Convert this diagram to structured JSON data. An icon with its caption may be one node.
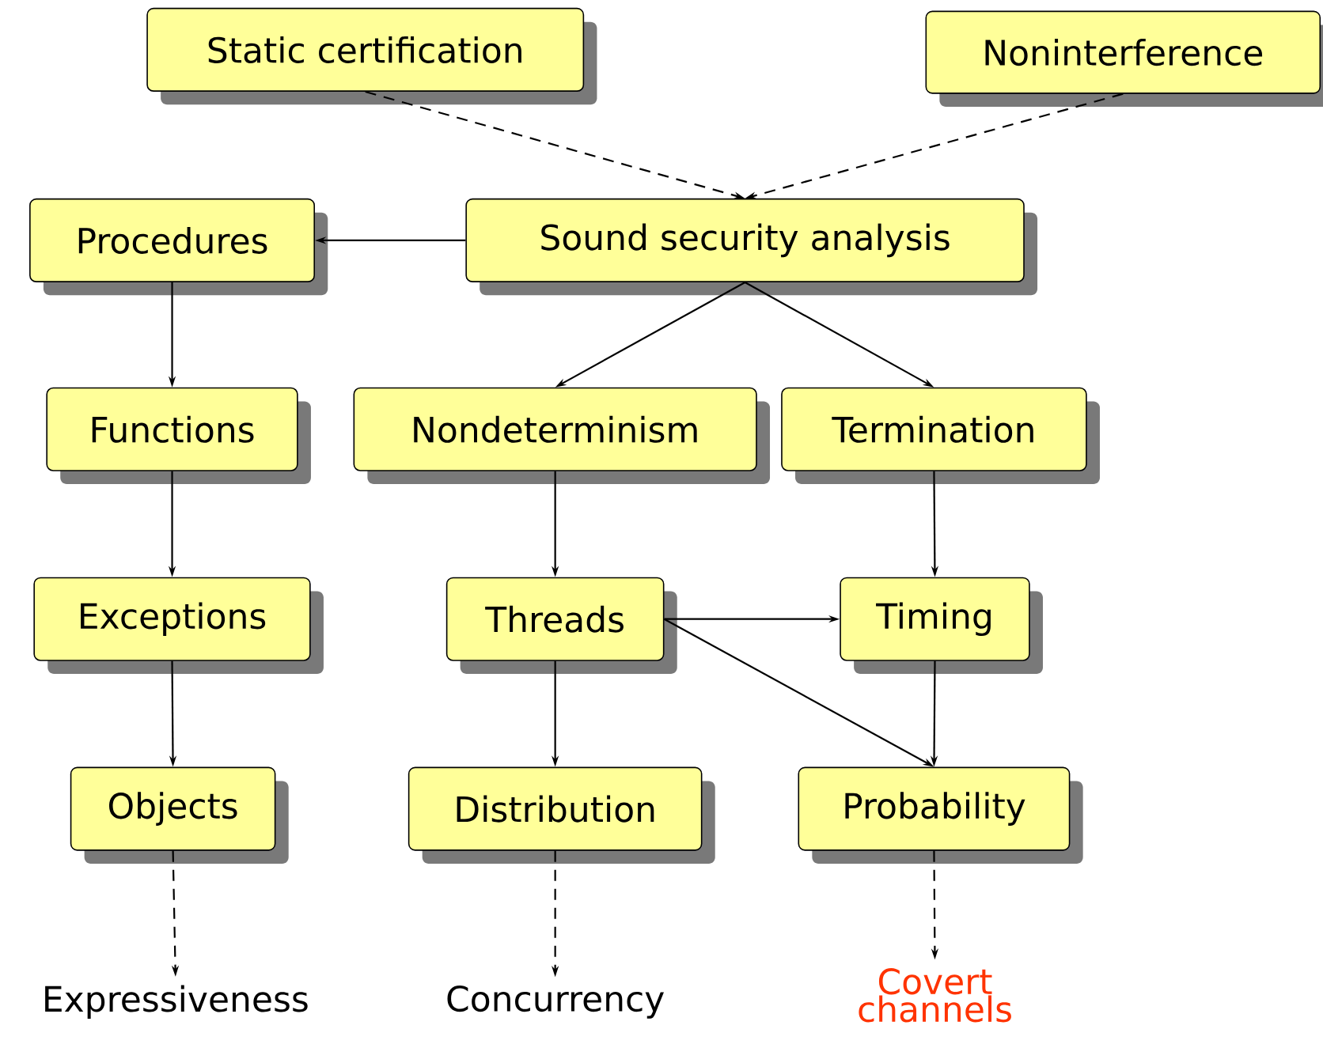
{
  "diagram": {
    "nodes": [
      {
        "text": [
          "Static certification"
        ]
      },
      {
        "text": [
          "Noninterference"
        ]
      },
      {
        "text": [
          "Procedures"
        ]
      },
      {
        "text": [
          "Sound security analysis"
        ]
      },
      {
        "text": [
          "Functions"
        ]
      },
      {
        "text": [
          "Nondeterminism"
        ]
      },
      {
        "text": [
          "Termination"
        ]
      },
      {
        "text": [
          "Exceptions"
        ]
      },
      {
        "text": [
          "Threads"
        ]
      },
      {
        "text": [
          "Timing"
        ]
      },
      {
        "text": [
          "Objects"
        ]
      },
      {
        "text": [
          "Distribution"
        ]
      },
      {
        "text": [
          "Probability"
        ]
      },
      {
        "text": [
          "Expressiveness"
        ]
      },
      {
        "text": [
          "Concurrency"
        ]
      },
      {
        "text": [
          "Covert channels"
        ]
      }
    ],
    "edges": [
      {
        "from": 0,
        "to": 3,
        "arrow": "to",
        "style": "dashed"
      },
      {
        "from": 1,
        "to": 3,
        "arrow": "to",
        "style": "dashed"
      },
      {
        "from": 3,
        "to": 2,
        "arrow": "to"
      },
      {
        "from": 3,
        "to": 5,
        "arrow": "to"
      },
      {
        "from": 3,
        "to": 6,
        "arrow": "to"
      },
      {
        "from": 2,
        "to": 4,
        "arrow": "to"
      },
      {
        "from": 5,
        "to": 8,
        "arrow": "to"
      },
      {
        "from": 6,
        "to": 9,
        "arrow": "to"
      },
      {
        "from": 4,
        "to": 7,
        "arrow": "to"
      },
      {
        "from": 8,
        "to": 9,
        "arrow": "to"
      },
      {
        "from": 8,
        "to": 12,
        "arrow": "to"
      },
      {
        "from": 9,
        "to": 12,
        "arrow": "to"
      },
      {
        "from": 7,
        "to": 10,
        "arrow": "to"
      },
      {
        "from": 8,
        "to": 11,
        "arrow": "to"
      },
      {
        "from": 10,
        "to": 13,
        "arrow": "to",
        "style": "dashed"
      },
      {
        "from": 11,
        "to": 14,
        "arrow": "to",
        "style": "dashed"
      },
      {
        "from": 12,
        "to": 15,
        "arrow": "to",
        "style": "dashed"
      }
    ]
  }
}
